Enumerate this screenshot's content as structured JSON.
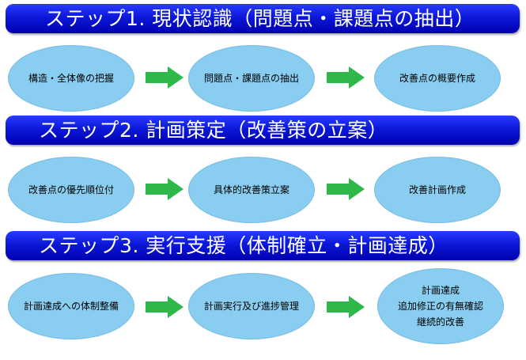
{
  "steps": [
    {
      "title": "ステップ1. 現状認識（問題点・課題点の抽出）",
      "nodes": [
        {
          "lines": [
            "構造・全体像の把握"
          ]
        },
        {
          "lines": [
            "問題点・課題点の抽出"
          ]
        },
        {
          "lines": [
            "改善点の概要作成"
          ]
        }
      ]
    },
    {
      "title": "ステップ2. 計画策定（改善策の立案）",
      "nodes": [
        {
          "lines": [
            "改善点の優先順位付"
          ]
        },
        {
          "lines": [
            "具体的改善策立案"
          ]
        },
        {
          "lines": [
            "改善計画作成"
          ]
        }
      ]
    },
    {
      "title": "ステップ3. 実行支援（体制確立・計画達成）",
      "nodes": [
        {
          "lines": [
            "計画達成への体制整備"
          ]
        },
        {
          "lines": [
            "計画実行及び進捗管理"
          ]
        },
        {
          "lines": [
            "計画達成",
            "追加修正の有無確認",
            "継続的改善"
          ]
        }
      ]
    }
  ],
  "colors": {
    "banner": "#0c18d8",
    "node_fill": "#89cdf0",
    "arrow_fill": "#2fb84a"
  },
  "icons": {
    "arrow": "right-arrow-icon"
  }
}
